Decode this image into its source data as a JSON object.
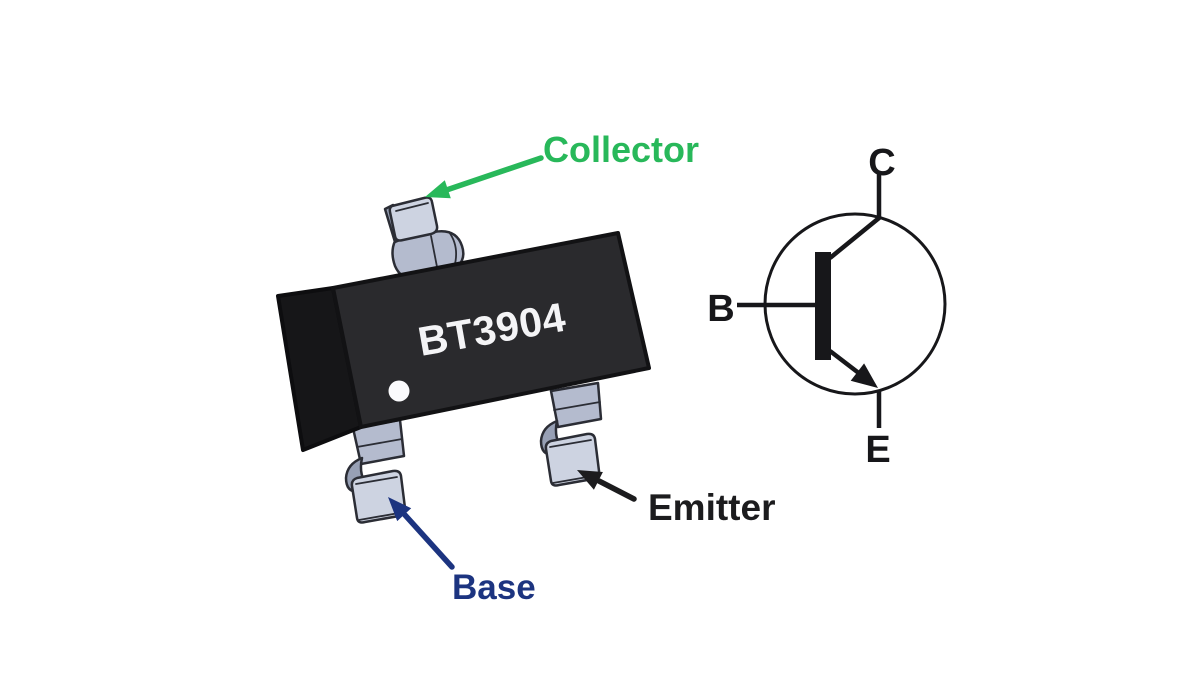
{
  "figure": {
    "background_color": "#ffffff",
    "package": {
      "marking": "BT3904",
      "pin1_indicator": "white-dot",
      "body_color": "#2a2a2d",
      "lead_color": "#cdd3e1"
    },
    "pin_labels": {
      "collector": {
        "text": "Collector",
        "color": "#28b85a"
      },
      "base": {
        "text": "Base",
        "color": "#1c3480"
      },
      "emitter": {
        "text": "Emitter",
        "color": "#1c1c1e"
      }
    },
    "schematic": {
      "symbol": "npn-transistor",
      "terminals": {
        "collector": "C",
        "base": "B",
        "emitter": "E"
      }
    }
  }
}
